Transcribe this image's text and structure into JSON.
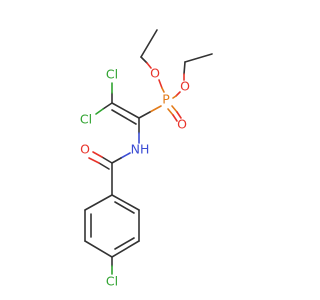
{
  "molecule": {
    "atoms": {
      "cl_top": "Cl",
      "cl_left": "Cl",
      "o_ethoxy_left": "O",
      "o_ethoxy_right": "O",
      "p": "P",
      "o_phosphoryl": "O",
      "o_carbonyl": "O",
      "nh": "NH",
      "cl_bottom": "Cl"
    },
    "colors": {
      "bond": "#333333",
      "chlorine": "#2fa32f",
      "oxygen": "#e8332a",
      "phosphorus": "#e27b1a",
      "nitrogen": "#3b4cd4"
    }
  }
}
